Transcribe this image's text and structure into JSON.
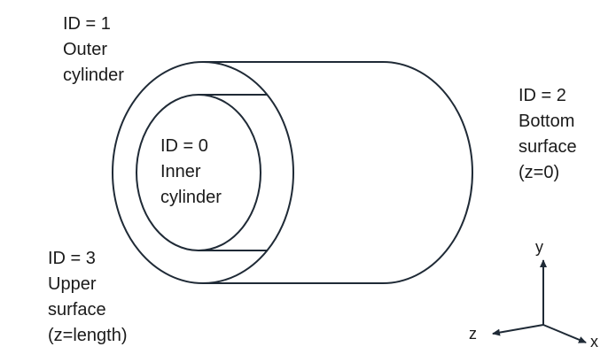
{
  "labels": {
    "outer": [
      "ID = 1",
      "Outer",
      "cylinder"
    ],
    "inner": [
      "ID = 0",
      "Inner",
      "cylinder"
    ],
    "bottom": [
      "ID = 2",
      "Bottom",
      "surface",
      "(z=0)"
    ],
    "upper": [
      "ID = 3",
      "Upper",
      "surface",
      "(z=length)"
    ]
  },
  "axes": {
    "y": "y",
    "z": "z",
    "x": "x"
  },
  "colors": {
    "line": "#1f2a36",
    "text": "#1a1a1a",
    "background": "#ffffff"
  }
}
